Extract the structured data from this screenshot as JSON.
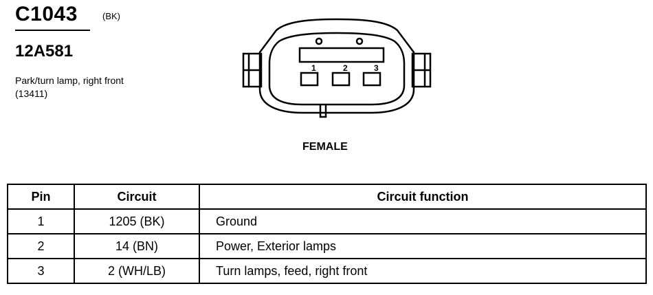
{
  "connector": {
    "id": "C1043",
    "color": "(BK)",
    "part_number": "12A581",
    "description": "Park/turn lamp, right front (13411)",
    "gender": "FEMALE"
  },
  "diagram": {
    "pins": [
      "1",
      "2",
      "3"
    ]
  },
  "table": {
    "headers": {
      "pin": "Pin",
      "circuit": "Circuit",
      "function": "Circuit function"
    },
    "rows": [
      {
        "pin": "1",
        "circuit": "1205 (BK)",
        "function": "Ground"
      },
      {
        "pin": "2",
        "circuit": "14 (BN)",
        "function": "Power, Exterior lamps"
      },
      {
        "pin": "3",
        "circuit": "2 (WH/LB)",
        "function": "Turn lamps, feed, right front"
      }
    ]
  }
}
